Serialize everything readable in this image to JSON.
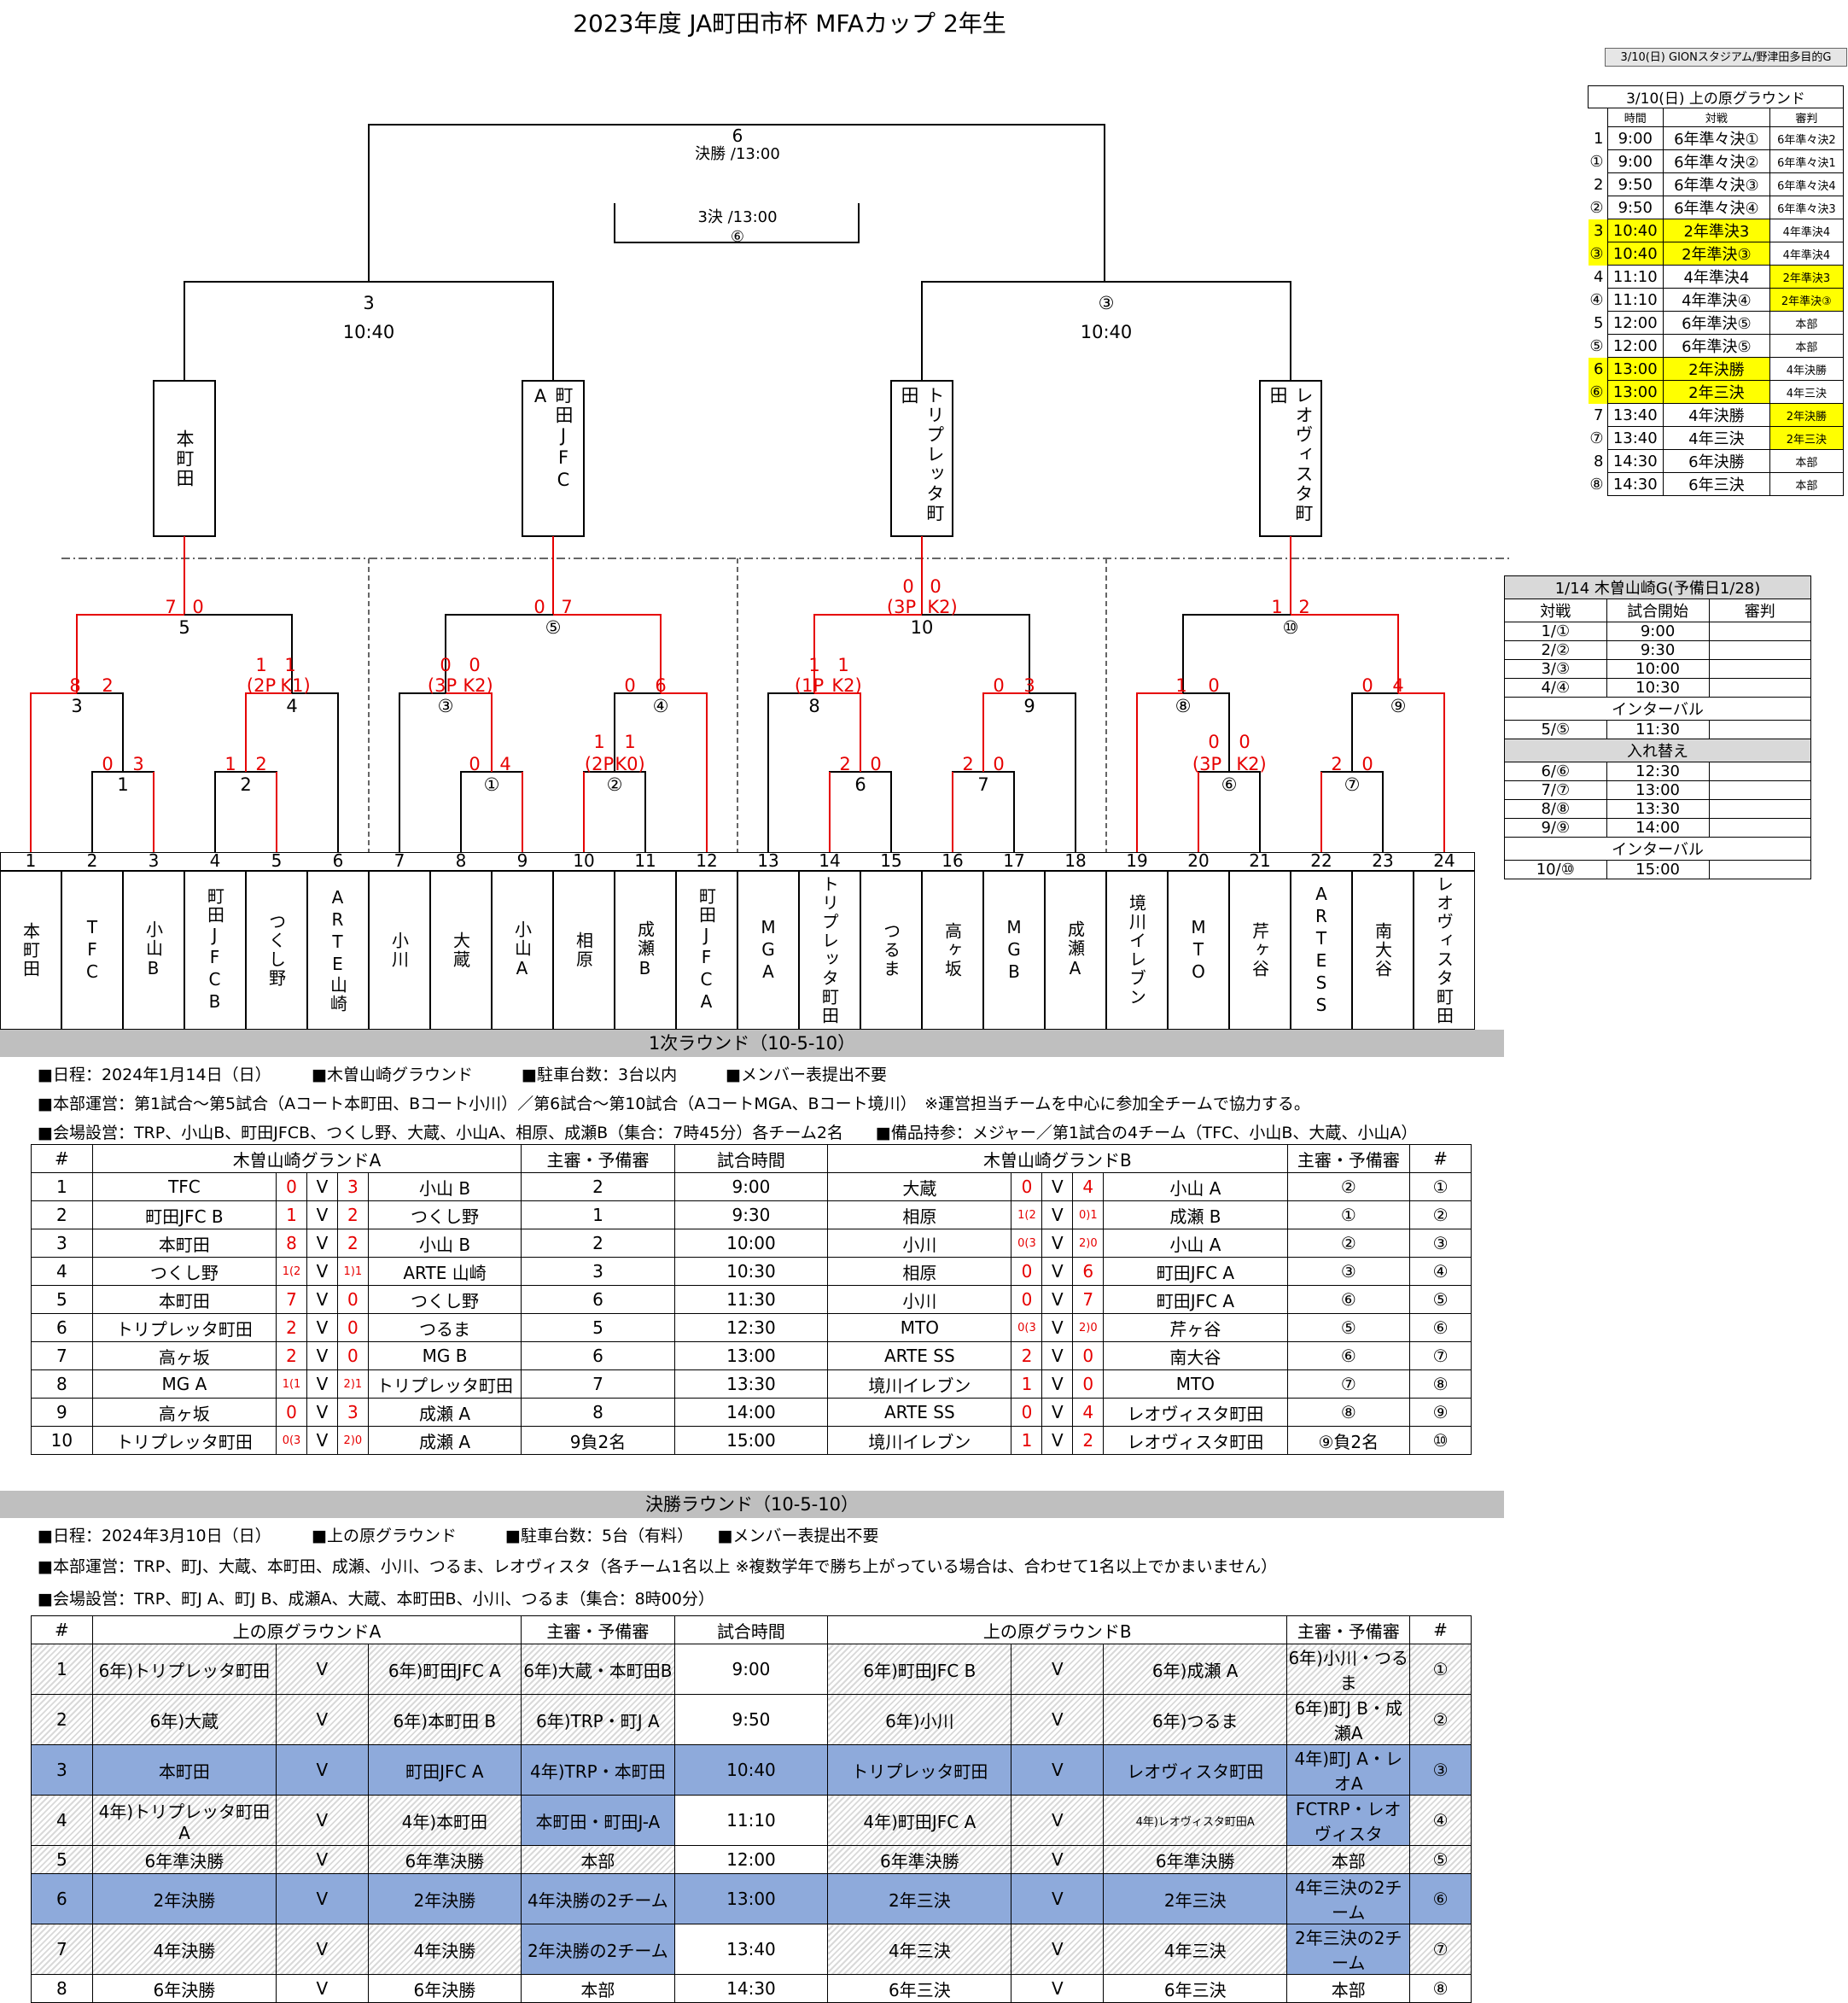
{
  "title": "2023年度  JA町田市杯  MFAカップ  2年生",
  "top_note": "3/10(日)  GIONスタジアム/野津田多目的G",
  "bracket": {
    "final_num": "6",
    "final_label": "決勝 /13:00",
    "third_label": "3決 /13:00",
    "third_num": "⑥",
    "semi_left_num": "3",
    "semi_left_time": "10:40",
    "semi_right_num": "③",
    "semi_right_time": "10:40",
    "winners": [
      "本町田",
      "町田JFC A",
      "トリプレッタ町田",
      "レオヴィスタ町田"
    ],
    "match_labels": [
      "5",
      "⑤",
      "10",
      "⑩",
      "3",
      "4",
      "③",
      "④",
      "8",
      "9",
      "⑧",
      "⑨",
      "1",
      "2",
      "①",
      "②",
      "6",
      "7",
      "⑥",
      "⑦"
    ],
    "scores": [
      "7",
      "0",
      "0",
      "7",
      "0",
      "0",
      "(3P",
      "K2)",
      "1",
      "2",
      "8",
      "2",
      "1",
      "1",
      "(2P",
      "K1)",
      "0",
      "0",
      "(3P",
      "K2)",
      "0",
      "6",
      "1",
      "1",
      "(1P",
      "K2)",
      "0",
      "3",
      "1",
      "0",
      "0",
      "4",
      "0",
      "3",
      "1",
      "2",
      "0",
      "4",
      "1",
      "1",
      "(2P",
      "K0)",
      "2",
      "0",
      "2",
      "0",
      "0",
      "0",
      "(3P",
      "K2)",
      "2",
      "0"
    ],
    "team_numbers": [
      "1",
      "2",
      "3",
      "4",
      "5",
      "6",
      "7",
      "8",
      "9",
      "10",
      "11",
      "12",
      "13",
      "14",
      "15",
      "16",
      "17",
      "18",
      "19",
      "20",
      "21",
      "22",
      "23",
      "24"
    ],
    "teams": [
      "本町田",
      "TFC",
      "小山B",
      "町田JFCB",
      "つくし野",
      "ARTE山崎",
      "小川",
      "大蔵",
      "小山A",
      "相原",
      "成瀬B",
      "町田JFCA",
      "MGA",
      "トリプレッタ町田",
      "つるま",
      "高ヶ坂",
      "MGB",
      "成瀬A",
      "境川イレブン",
      "MTO",
      "芹ヶ谷",
      "ARTESS",
      "南大谷",
      "レオヴィスタ町田"
    ]
  },
  "sched1": {
    "title": "3/10(日)  上の原グラウンド",
    "headers": [
      "時間",
      "対戦",
      "審判"
    ],
    "rows": [
      [
        "1",
        "9:00",
        "6年準々決①",
        "6年準々決2"
      ],
      [
        "①",
        "9:00",
        "6年準々決②",
        "6年準々決1"
      ],
      [
        "2",
        "9:50",
        "6年準々決③",
        "6年準々決4"
      ],
      [
        "②",
        "9:50",
        "6年準々決④",
        "6年準々決3"
      ],
      [
        "3",
        "10:40",
        "2年準決3",
        "4年準決4"
      ],
      [
        "③",
        "10:40",
        "2年準決③",
        "4年準決4"
      ],
      [
        "4",
        "11:10",
        "4年準決4",
        "2年準決3"
      ],
      [
        "④",
        "11:10",
        "4年準決④",
        "2年準決③"
      ],
      [
        "5",
        "12:00",
        "6年準決⑤",
        "本部"
      ],
      [
        "⑤",
        "12:00",
        "6年準決⑤",
        "本部"
      ],
      [
        "6",
        "13:00",
        "2年決勝",
        "4年決勝"
      ],
      [
        "⑥",
        "13:00",
        "2年三決",
        "4年三決"
      ],
      [
        "7",
        "13:40",
        "4年決勝",
        "2年決勝"
      ],
      [
        "⑦",
        "13:40",
        "4年三決",
        "2年三決"
      ],
      [
        "8",
        "14:30",
        "6年決勝",
        "本部"
      ],
      [
        "⑧",
        "14:30",
        "6年三決",
        "本部"
      ]
    ]
  },
  "sched2": {
    "title": "1/14 木曽山崎G(予備日1/28)",
    "headers": [
      "対戦",
      "試合開始",
      "審判"
    ],
    "rows": [
      [
        "1/①",
        "9:00",
        ""
      ],
      [
        "2/②",
        "9:30",
        ""
      ],
      [
        "3/③",
        "10:00",
        ""
      ],
      [
        "4/④",
        "10:30",
        ""
      ],
      [
        "インターバル"
      ],
      [
        "5/⑤",
        "11:30",
        ""
      ],
      [
        "入れ替え"
      ],
      [
        "6/⑥",
        "12:30",
        ""
      ],
      [
        "7/⑦",
        "13:00",
        ""
      ],
      [
        "8/⑧",
        "13:30",
        ""
      ],
      [
        "9/⑨",
        "14:00",
        ""
      ],
      [
        "インターバル"
      ],
      [
        "10/⑩",
        "15:00",
        ""
      ]
    ]
  },
  "round1": {
    "band": "1次ラウンド（10-5-10）",
    "notes": [
      "■日程：2024年1月14日（日）　　　■木曽山崎グラウンド　　　■駐車台数：3台以内　　　■メンバー表提出不要",
      "■本部運営：第1試合～第5試合（Aコート本町田、Bコート小川）／第6試合～第10試合（AコートMGA、Bコート境川）　※運営担当チームを中心に参加全チームで協力する。",
      "■会場設営：TRP、小山B、町田JFCB、つくし野、大蔵、小山A、相原、成瀬B（集合：7時45分）各チーム2名　　■備品持参：メジャー／第1試合の4チーム（TFC、小山B、大蔵、小山A）"
    ],
    "headers": [
      "#",
      "木曽山崎グランドA",
      "主審・予備審",
      "試合時間",
      "木曽山崎グランドB",
      "主審・予備審",
      "#"
    ],
    "rows": [
      [
        "1",
        "TFC",
        "0",
        "V",
        "3",
        "小山 B",
        "2",
        "9:00",
        "大蔵",
        "0",
        "V",
        "4",
        "小山 A",
        "②",
        "①"
      ],
      [
        "2",
        "町田JFC B",
        "1",
        "V",
        "2",
        "つくし野",
        "1",
        "9:30",
        "相原",
        "1(2",
        "V",
        "0)1",
        "成瀬 B",
        "①",
        "②"
      ],
      [
        "3",
        "本町田",
        "8",
        "V",
        "2",
        "小山 B",
        "2",
        "10:00",
        "小川",
        "0(3",
        "V",
        "2)0",
        "小山 A",
        "②",
        "③"
      ],
      [
        "4",
        "つくし野",
        "1(2",
        "V",
        "1)1",
        "ARTE 山崎",
        "3",
        "10:30",
        "相原",
        "0",
        "V",
        "6",
        "町田JFC A",
        "③",
        "④"
      ],
      [
        "5",
        "本町田",
        "7",
        "V",
        "0",
        "つくし野",
        "6",
        "11:30",
        "小川",
        "0",
        "V",
        "7",
        "町田JFC A",
        "⑥",
        "⑤"
      ],
      [
        "6",
        "トリプレッタ町田",
        "2",
        "V",
        "0",
        "つるま",
        "5",
        "12:30",
        "MTO",
        "0(3",
        "V",
        "2)0",
        "芹ヶ谷",
        "⑤",
        "⑥"
      ],
      [
        "7",
        "高ヶ坂",
        "2",
        "V",
        "0",
        "MG B",
        "6",
        "13:00",
        "ARTE SS",
        "2",
        "V",
        "0",
        "南大谷",
        "⑥",
        "⑦"
      ],
      [
        "8",
        "MG A",
        "1(1",
        "V",
        "2)1",
        "トリプレッタ町田",
        "7",
        "13:30",
        "境川イレブン",
        "1",
        "V",
        "0",
        "MTO",
        "⑦",
        "⑧"
      ],
      [
        "9",
        "高ヶ坂",
        "0",
        "V",
        "3",
        "成瀬 A",
        "8",
        "14:00",
        "ARTE SS",
        "0",
        "V",
        "4",
        "レオヴィスタ町田",
        "⑧",
        "⑨"
      ],
      [
        "10",
        "トリプレッタ町田",
        "0(3",
        "V",
        "2)0",
        "成瀬 A",
        "9負2名",
        "15:00",
        "境川イレブン",
        "1",
        "V",
        "2",
        "レオヴィスタ町田",
        "⑨負2名",
        "⑩"
      ]
    ]
  },
  "final_round": {
    "band": "決勝ラウンド（10-5-10）",
    "notes": [
      "■日程：2024年3月10日（日）　　　■上の原グラウンド　　　■駐車台数：5台（有料）　　■メンバー表提出不要",
      "■本部運営：TRP、町J、大蔵、本町田、成瀬、小川、つるま、レオヴィスタ（各チーム1名以上 ※複数学年で勝ち上がっている場合は、合わせて1名以上でかまいません）",
      "■会場設営：TRP、町J A、町J B、成瀬A、大蔵、本町田B、小川、つるま（集合：8時00分）"
    ],
    "headers": [
      "#",
      "上の原グラウンドA",
      "主審・予備審",
      "試合時間",
      "上の原グラウンドB",
      "主審・予備審",
      "#"
    ],
    "rows": [
      [
        "1",
        "6年)トリプレッタ町田",
        "V",
        "6年)町田JFC A",
        "6年)大蔵・本町田B",
        "9:00",
        "6年)町田JFC B",
        "V",
        "6年)成瀬 A",
        "6年)小川・つるま",
        "①"
      ],
      [
        "2",
        "6年)大蔵",
        "V",
        "6年)本町田 B",
        "6年)TRP・町J A",
        "9:50",
        "6年)小川",
        "V",
        "6年)つるま",
        "6年)町J B・成瀬A",
        "②"
      ],
      [
        "3",
        "本町田",
        "V",
        "町田JFC A",
        "4年)TRP・本町田",
        "10:40",
        "トリプレッタ町田",
        "V",
        "レオヴィスタ町田",
        "4年)町J A・レオA",
        "③"
      ],
      [
        "4",
        "4年)トリプレッタ町田 A",
        "V",
        "4年)本町田",
        "本町田・町田J-A",
        "11:10",
        "4年)町田JFC A",
        "V",
        "4年)レオヴィスタ町田A",
        "FCTRP・レオヴィスタ",
        "④"
      ],
      [
        "5",
        "6年準決勝",
        "V",
        "6年準決勝",
        "本部",
        "12:00",
        "6年準決勝",
        "V",
        "6年準決勝",
        "本部",
        "⑤"
      ],
      [
        "6",
        "2年決勝",
        "V",
        "2年決勝",
        "4年決勝の2チーム",
        "13:00",
        "2年三決",
        "V",
        "2年三決",
        "4年三決の2チーム",
        "⑥"
      ],
      [
        "7",
        "4年決勝",
        "V",
        "4年決勝",
        "2年決勝の2チーム",
        "13:40",
        "4年三決",
        "V",
        "4年三決",
        "2年三決の2チーム",
        "⑦"
      ],
      [
        "8",
        "6年決勝",
        "V",
        "6年決勝",
        "本部",
        "14:30",
        "6年三決",
        "V",
        "6年三決",
        "本部",
        "⑧"
      ]
    ]
  }
}
